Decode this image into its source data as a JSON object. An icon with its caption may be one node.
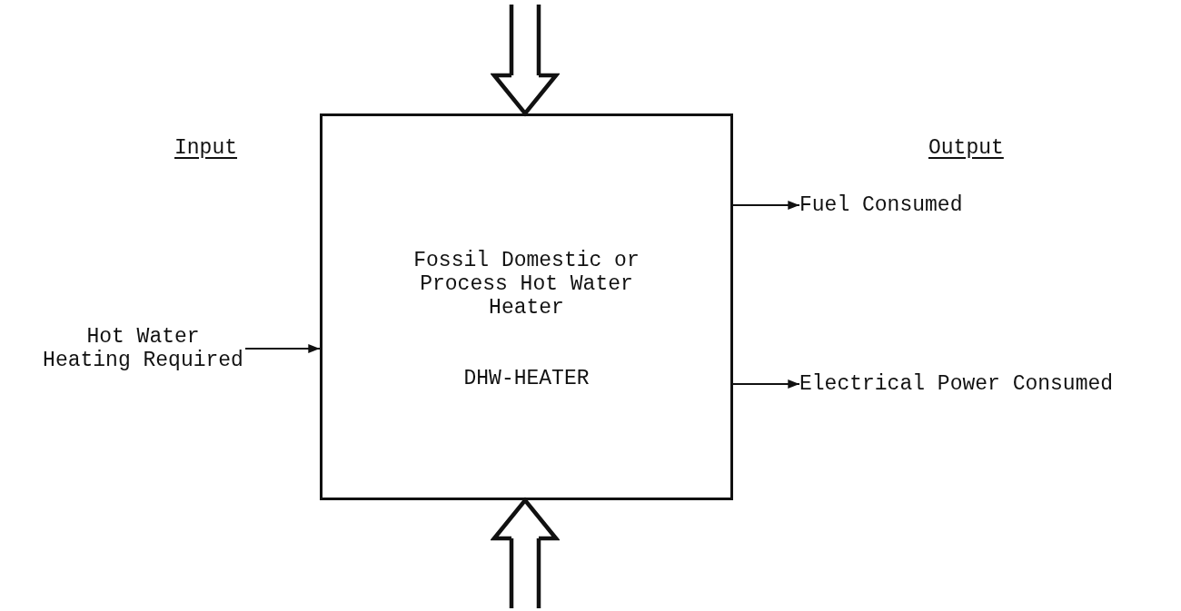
{
  "diagram": {
    "nodes": [
      {
        "text": [
          "Fossil Domestic or Process Hot Water Heater",
          "DHW-HEATER"
        ]
      },
      {
        "text": [
          "Hot Water Heating Required"
        ]
      },
      {
        "text": [
          "Fuel Consumed"
        ]
      },
      {
        "text": [
          "Electrical Power Consumed"
        ]
      }
    ],
    "edges": [
      {
        "from": 1,
        "to": 0,
        "arrow": "to"
      },
      {
        "from": 0,
        "to": 2,
        "arrow": "to"
      },
      {
        "from": 0,
        "to": 3,
        "arrow": "to"
      },
      {
        "from": null,
        "to": 0,
        "arrow": "to",
        "style": "thick"
      },
      {
        "from": null,
        "to": 0,
        "arrow": "to",
        "style": "thick"
      }
    ],
    "labels": [
      "Input",
      "Output"
    ]
  }
}
